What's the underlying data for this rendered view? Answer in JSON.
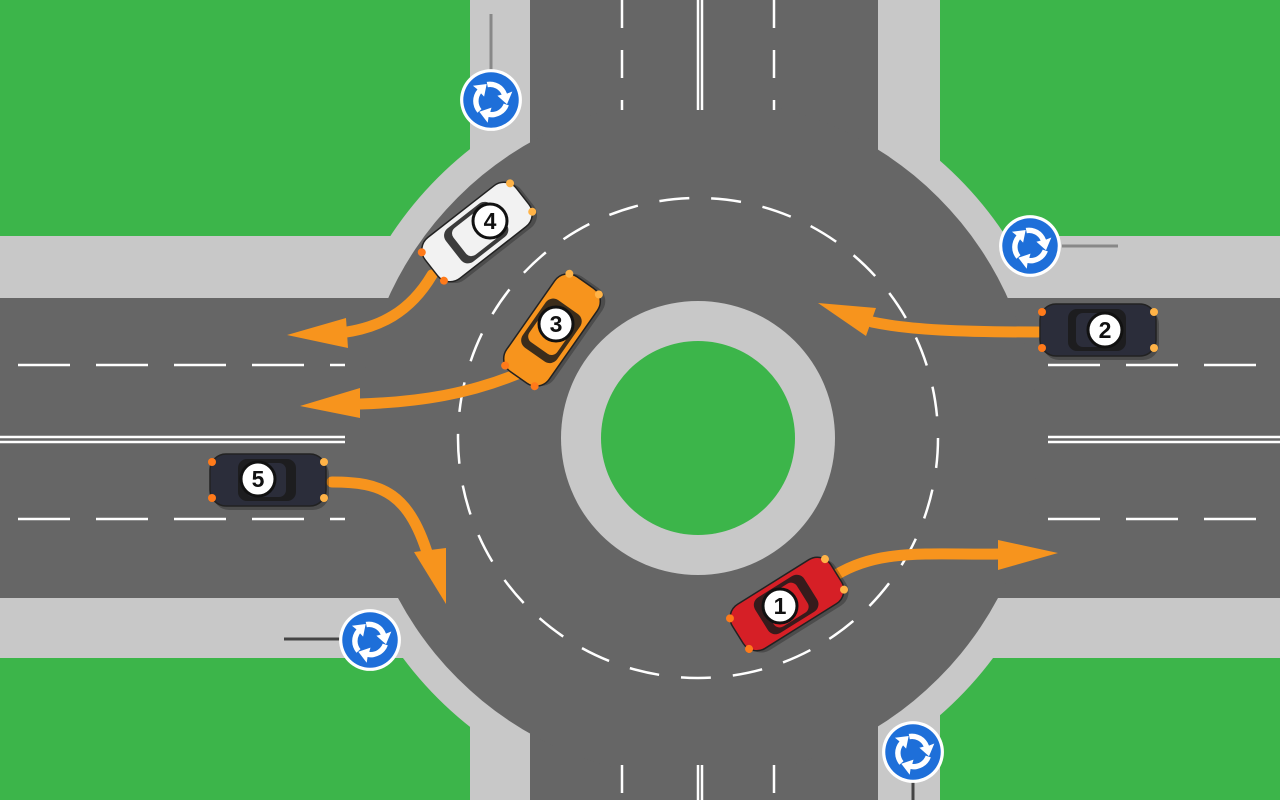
{
  "colors": {
    "grass": "#3cb54a",
    "road": "#666666",
    "curb": "#c8c8c8",
    "marking": "#ffffff",
    "arrow": "#f7941d",
    "sign": "#1e6fd9"
  },
  "signs": [
    {
      "name": "roundabout-sign-top-left",
      "icon": "roundabout-icon"
    },
    {
      "name": "roundabout-sign-right",
      "icon": "roundabout-icon"
    },
    {
      "name": "roundabout-sign-left",
      "icon": "roundabout-icon"
    },
    {
      "name": "roundabout-sign-bottom",
      "icon": "roundabout-icon"
    }
  ],
  "cars": [
    {
      "label": "1",
      "color": "#d61f26"
    },
    {
      "label": "2",
      "color": "#2b2d3a"
    },
    {
      "label": "3",
      "color": "#f7941d"
    },
    {
      "label": "4",
      "color": "#f2f2f2"
    },
    {
      "label": "5",
      "color": "#2b2d3a"
    }
  ]
}
